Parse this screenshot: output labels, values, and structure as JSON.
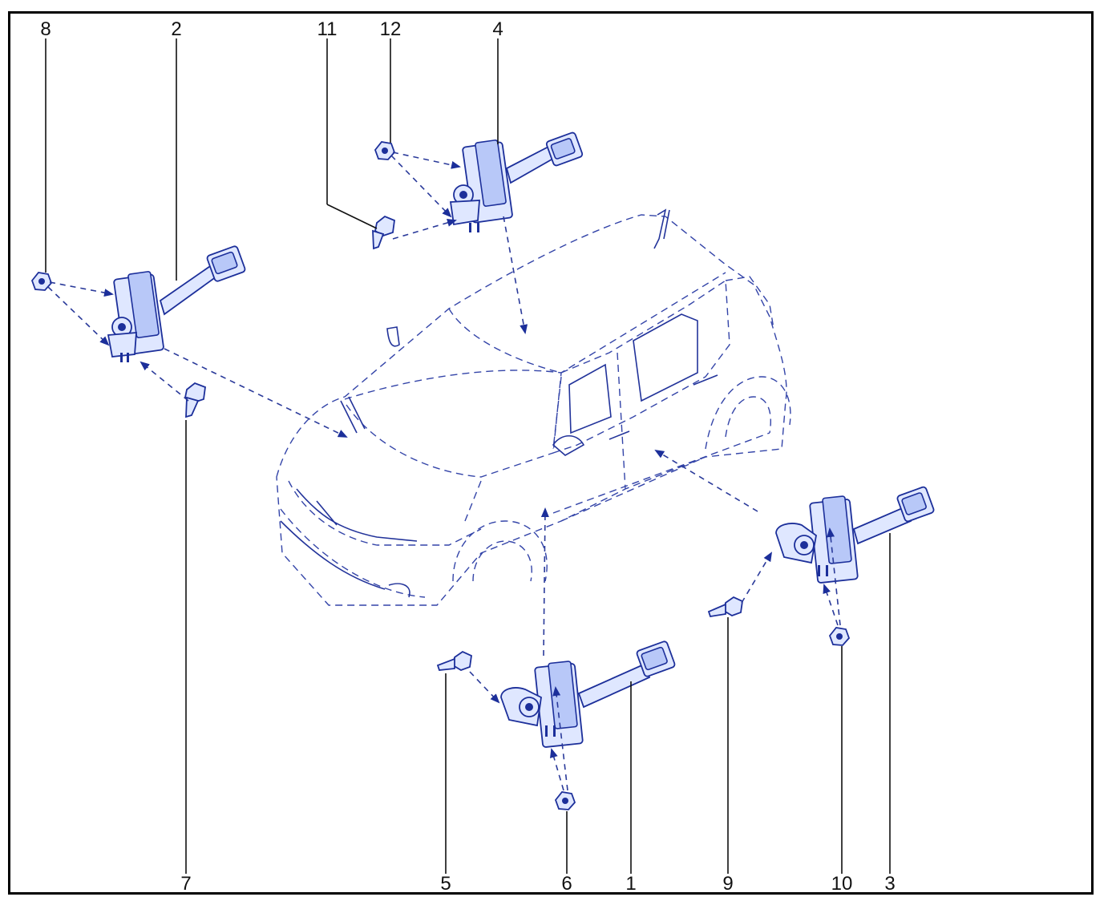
{
  "diagram": {
    "colors": {
      "line": "#1c2f9a",
      "fill": "#dfe7ff",
      "text": "#111111"
    },
    "callouts": {
      "c1": "1",
      "c2": "2",
      "c3": "3",
      "c4": "4",
      "c5": "5",
      "c6": "6",
      "c7": "7",
      "c8": "8",
      "c9": "9",
      "c10": "10",
      "c11": "11",
      "c12": "12"
    }
  }
}
